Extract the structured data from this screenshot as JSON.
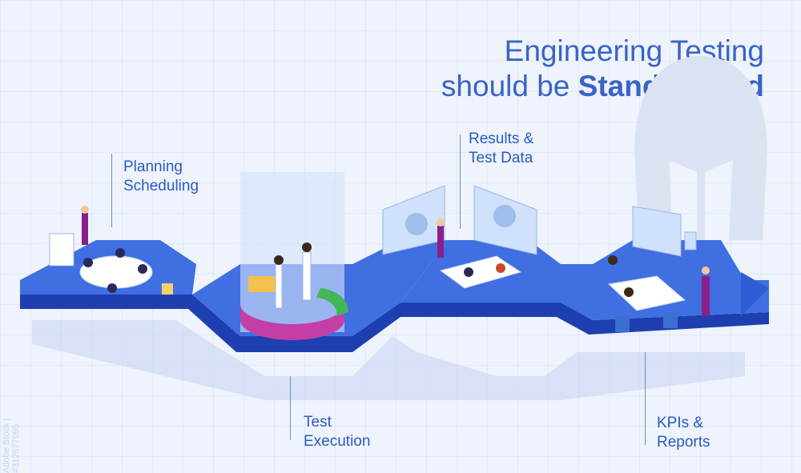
{
  "title": {
    "line1": "Engineering Testing",
    "line2_prefix": "should be ",
    "line2_emphasis": "Standardized"
  },
  "stages": [
    {
      "line1": "Planning",
      "line2": "Scheduling"
    },
    {
      "line1": "Test",
      "line2": "Execution"
    },
    {
      "line1": "Results &",
      "line2": "Test Data"
    },
    {
      "line1": "KPIs &",
      "line2": "Reports"
    }
  ],
  "watermark": "Adobe Stock | #312677095",
  "colors": {
    "accent": "#2a5ac3",
    "path_top": "#3f6fe0",
    "path_side": "#1e3fb0",
    "path_dark": "#16308c"
  }
}
